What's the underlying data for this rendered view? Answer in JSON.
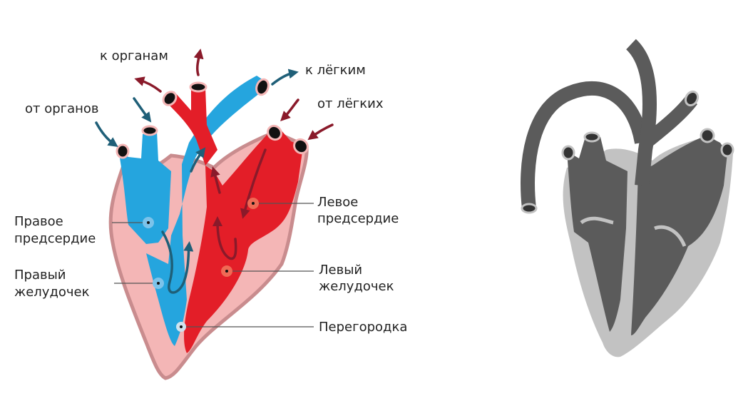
{
  "colored_heart": {
    "flow_labels": {
      "to_organs": "к органам",
      "to_lungs": "к лёгким",
      "from_organs": "от органов",
      "from_lungs": "от лёгких"
    },
    "parts": {
      "right_atrium": [
        "Правое",
        "предсердие"
      ],
      "right_ventricle": [
        "Правый",
        "желудочек"
      ],
      "left_atrium": [
        "Левое",
        "предсердие"
      ],
      "left_ventricle": [
        "Левый",
        "желудочек"
      ],
      "septum": "Перегородка"
    },
    "colors": {
      "oxygen_poor": "#25a5de",
      "oxygen_rich": "#e31e28",
      "wall": "#f4b6b6",
      "wall_edge": "#c98c8e",
      "arrow_blue": "#1f5f78",
      "arrow_red": "#8a1a2a"
    }
  },
  "grey_heart": {
    "colors": {
      "dark": "#5b5b5b",
      "light": "#c2c2c2"
    }
  }
}
